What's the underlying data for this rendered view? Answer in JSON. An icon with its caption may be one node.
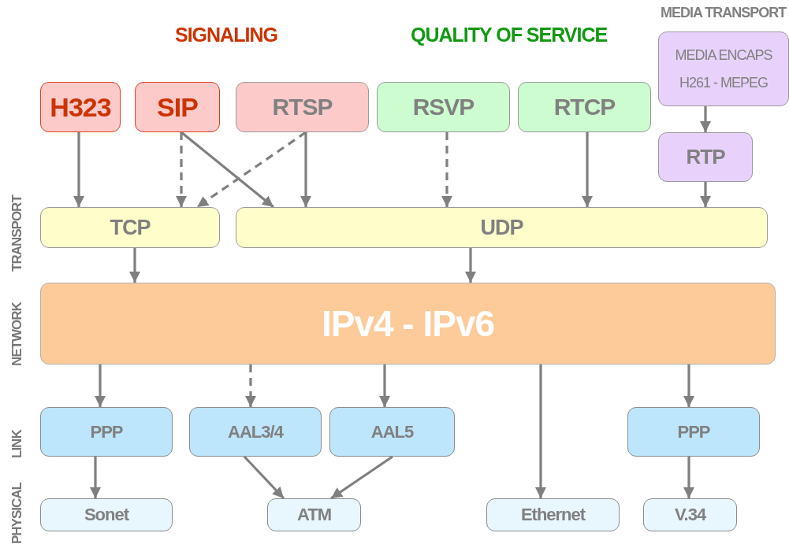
{
  "diagram": {
    "nodes": [
      {
        "text": [
          "H323"
        ]
      },
      {
        "text": [
          "SIP"
        ]
      },
      {
        "text": [
          "RTSP"
        ]
      },
      {
        "text": [
          "RSVP"
        ]
      },
      {
        "text": [
          "RTCP"
        ]
      },
      {
        "text": [
          "MEDIA ENCAPS",
          "H261 - MEPEG"
        ]
      },
      {
        "text": [
          "RTP"
        ]
      },
      {
        "text": [
          "TCP"
        ]
      },
      {
        "text": [
          "UDP"
        ]
      },
      {
        "text": [
          "IPv4 - IPv6"
        ]
      },
      {
        "text": [
          "PPP"
        ]
      },
      {
        "text": [
          "AAL3/4"
        ]
      },
      {
        "text": [
          "AAL5"
        ]
      },
      {
        "text": [
          "PPP"
        ]
      },
      {
        "text": [
          "Sonet"
        ]
      },
      {
        "text": [
          "ATM"
        ]
      },
      {
        "text": [
          "Ethernet"
        ]
      },
      {
        "text": [
          "V.34"
        ]
      }
    ],
    "edges": [
      {
        "from": 0,
        "to": 7,
        "arrow": "to"
      },
      {
        "from": 1,
        "to": 7,
        "arrow": "to",
        "style": "dashed"
      },
      {
        "from": 1,
        "to": 8,
        "arrow": "to"
      },
      {
        "from": 2,
        "to": 7,
        "arrow": "to",
        "style": "dashed"
      },
      {
        "from": 2,
        "to": 8,
        "arrow": "to"
      },
      {
        "from": 3,
        "to": 8,
        "arrow": "to",
        "style": "dashed"
      },
      {
        "from": 4,
        "to": 8,
        "arrow": "to"
      },
      {
        "from": 5,
        "to": 6,
        "arrow": "to"
      },
      {
        "from": 6,
        "to": 8,
        "arrow": "to"
      },
      {
        "from": 7,
        "to": 9,
        "arrow": "to"
      },
      {
        "from": 8,
        "to": 9,
        "arrow": "to"
      },
      {
        "from": 9,
        "to": 10,
        "arrow": "to"
      },
      {
        "from": 9,
        "to": 11,
        "arrow": "to",
        "style": "dashed"
      },
      {
        "from": 9,
        "to": 12,
        "arrow": "to"
      },
      {
        "from": 9,
        "to": 16,
        "arrow": "to"
      },
      {
        "from": 9,
        "to": 13,
        "arrow": "to"
      },
      {
        "from": 10,
        "to": 14,
        "arrow": "to"
      },
      {
        "from": 11,
        "to": 15,
        "arrow": "to"
      },
      {
        "from": 12,
        "to": 15,
        "arrow": "to"
      },
      {
        "from": 13,
        "to": 17,
        "arrow": "to"
      }
    ],
    "labels": [
      "SIGNALING",
      "QUALITY OF SERVICE",
      "MEDIA TRANSPORT",
      "TRANSPORT",
      "NETWORK",
      "LINK",
      "PHYSICAL"
    ]
  }
}
